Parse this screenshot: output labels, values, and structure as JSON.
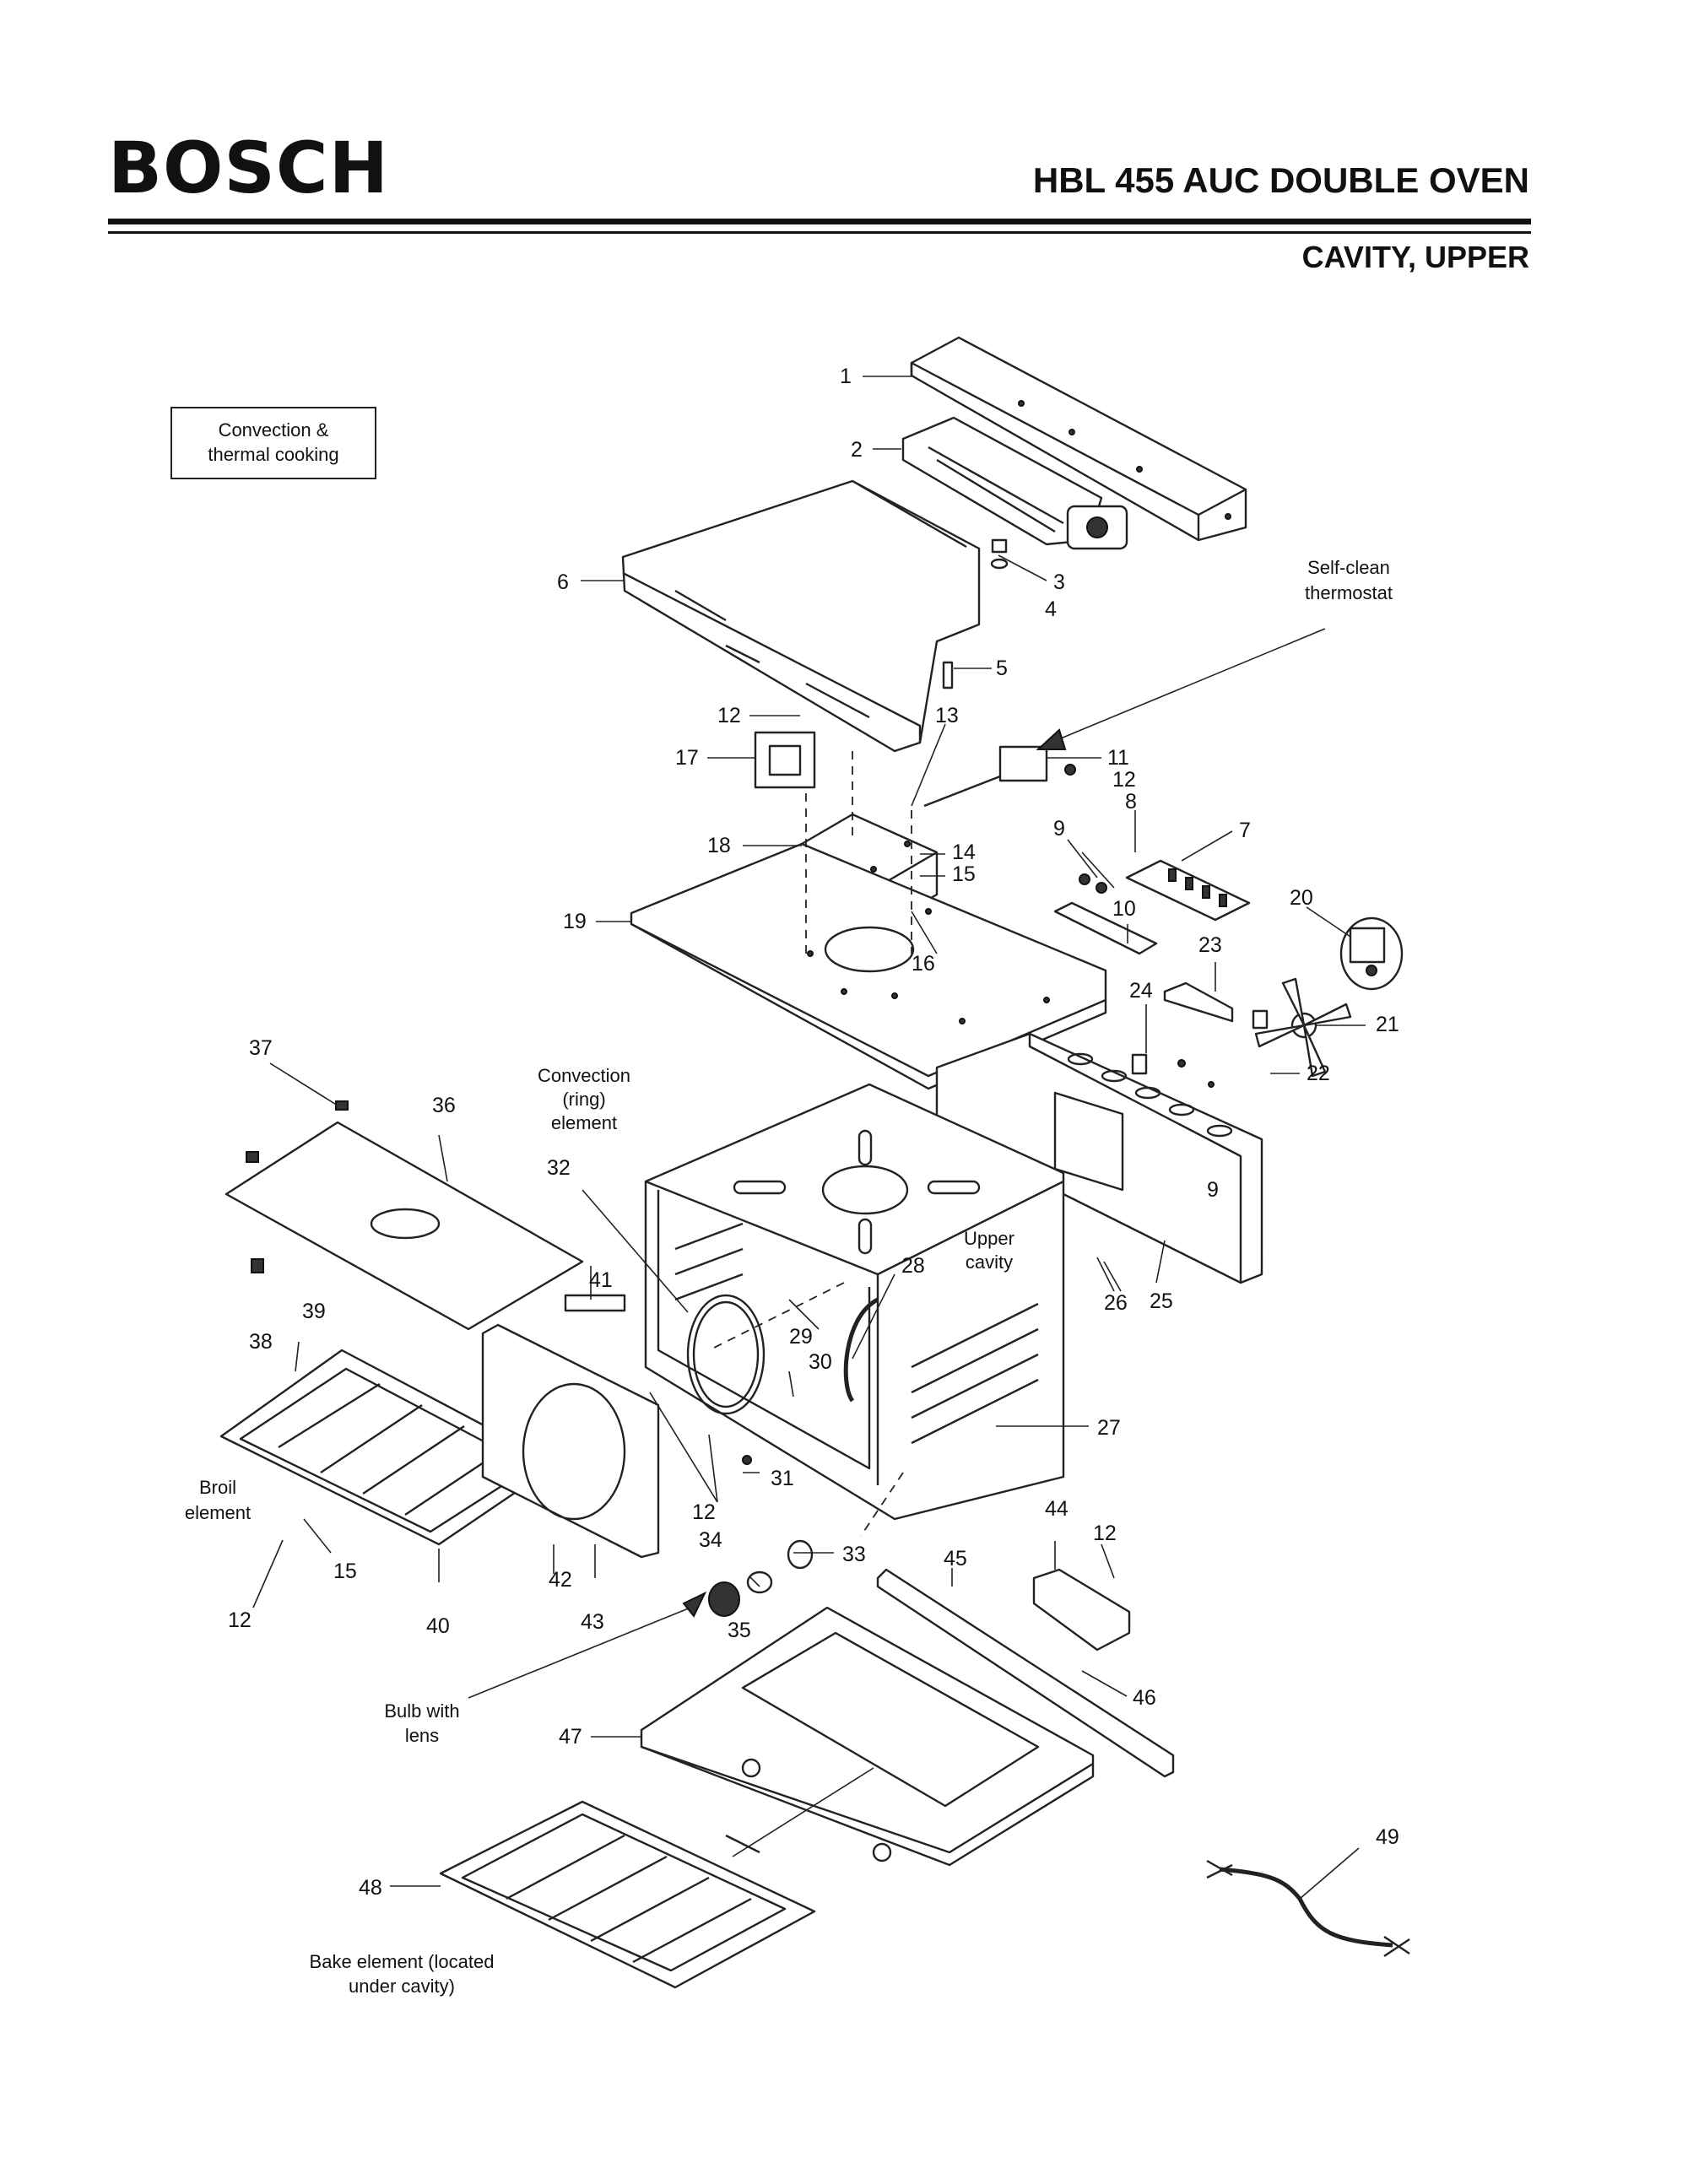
{
  "header": {
    "brand": "BOSCH",
    "model_title": "HBL 455 AUC DOUBLE OVEN",
    "section_title": "CAVITY, UPPER"
  },
  "notes": {
    "convection_box": "Convection &\nthermal cooking",
    "self_clean": [
      "Self-clean",
      "thermostat"
    ],
    "convection_ring": [
      "Convection",
      "(ring)",
      "element"
    ],
    "upper_cavity": [
      "Upper",
      "cavity"
    ],
    "broil": [
      "Broil",
      "element"
    ],
    "bulb": [
      "Bulb with",
      "lens"
    ],
    "bake": [
      "Bake element (located",
      "under cavity)"
    ]
  },
  "callouts": [
    "1",
    "2",
    "3",
    "4",
    "5",
    "6",
    "7",
    "8",
    "9",
    "9",
    "10",
    "11",
    "12",
    "12",
    "12",
    "12",
    "12",
    "12",
    "12",
    "13",
    "14",
    "15",
    "15",
    "16",
    "17",
    "18",
    "19",
    "20",
    "21",
    "22",
    "23",
    "24",
    "25",
    "26",
    "27",
    "28",
    "29",
    "30",
    "31",
    "32",
    "33",
    "34",
    "35",
    "36",
    "37",
    "38",
    "39",
    "40",
    "41",
    "42",
    "43",
    "44",
    "45",
    "46",
    "47",
    "48",
    "49"
  ]
}
